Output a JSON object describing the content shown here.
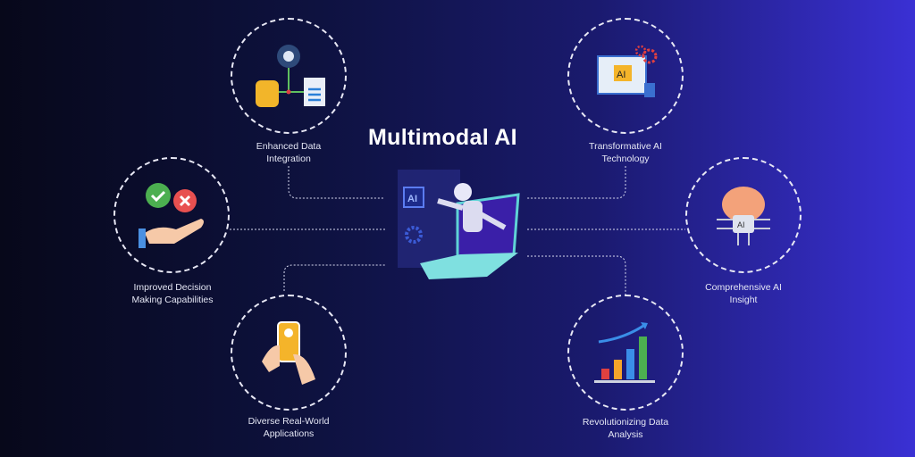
{
  "title": "Multimodal AI",
  "features": [
    {
      "id": "data-integration",
      "label": "Enhanced Data\nIntegration",
      "icon": "database-gear-document-icon"
    },
    {
      "id": "decision-making",
      "label": "Improved Decision\nMaking Capabilities",
      "icon": "hand-check-cross-icon"
    },
    {
      "id": "real-world",
      "label": "Diverse  Real-World\nApplications",
      "icon": "smartphone-hands-icon"
    },
    {
      "id": "transformative",
      "label": "Transformative AI\nTechnology",
      "icon": "ai-screen-gears-icon"
    },
    {
      "id": "insight",
      "label": "Comprehensive AI\nInsight",
      "icon": "ai-brain-chip-icon"
    },
    {
      "id": "data-analysis",
      "label": "Revolutionizing Data\nAnalysis",
      "icon": "bar-chart-growth-icon"
    }
  ],
  "center": {
    "chip_text": "AI",
    "icon": "robot-laptop-icon"
  },
  "colors": {
    "bg_left": "#07081a",
    "bg_right": "#3a30d4",
    "line": "#e8e8f5"
  }
}
